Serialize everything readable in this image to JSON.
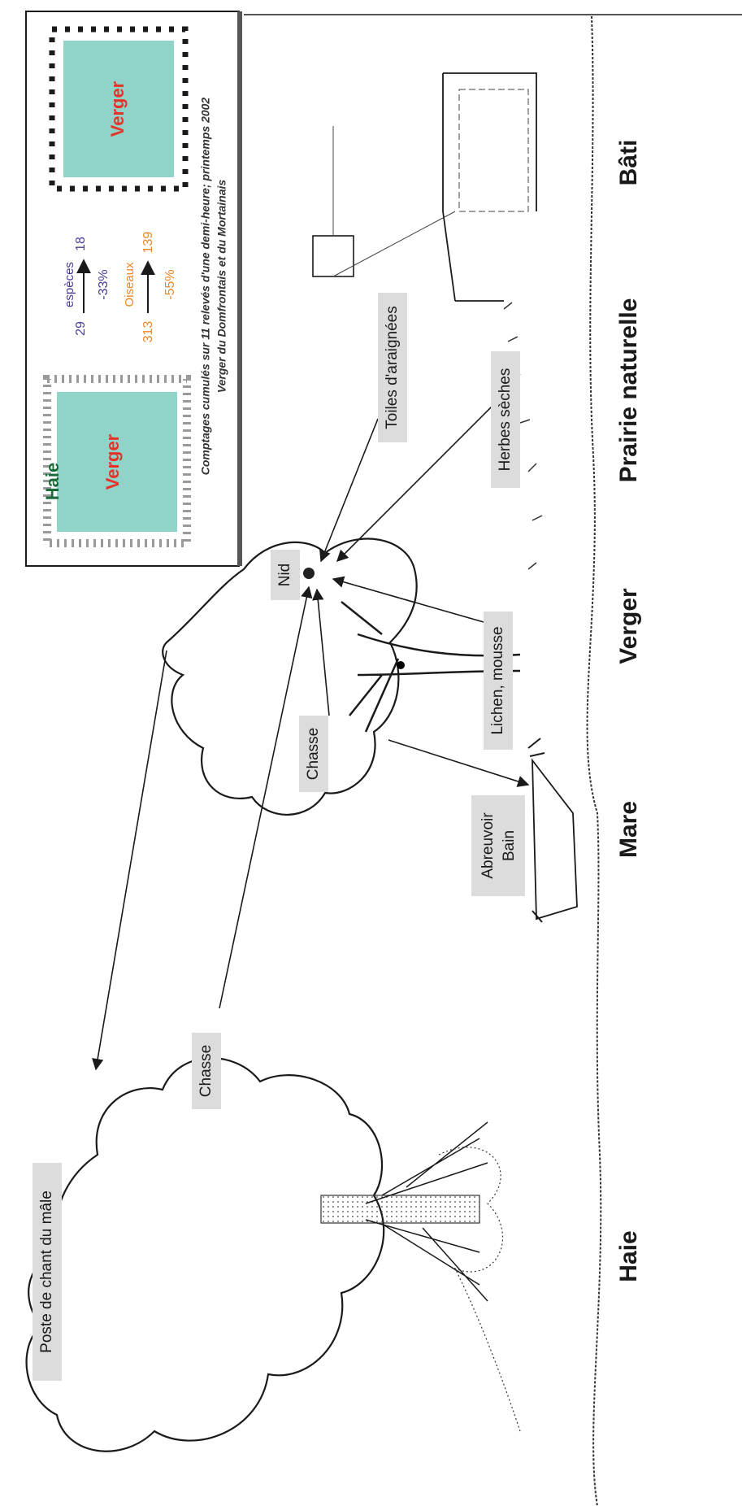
{
  "colors": {
    "orchard_fill": "#8fd3c9",
    "verger_text": "#e5332a",
    "haie_text": "#1a6b3a",
    "especes_text": "#4b3a9a",
    "oiseaux_text": "#e8882a",
    "label_box": "#dcdcdc",
    "ink": "#1a1a1a"
  },
  "legend": {
    "hedge_title": "Haie",
    "orchard_left": "Verger",
    "orchard_right": "Verger",
    "species": {
      "label": "espèces",
      "from": "29",
      "to": "18",
      "change": "-33%"
    },
    "birds": {
      "label": "Oiseaux",
      "from": "313",
      "to": "139",
      "change": "-55%"
    },
    "caption_line1": "Comptages cumulés sur 11 relevés d'une demi-heure; printemps 2002",
    "caption_line2": "Verger du Domfrontais et du Mortainais"
  },
  "habitats": [
    "Haie",
    "Mare",
    "Verger",
    "Prairie naturelle",
    "Bâti"
  ],
  "labels": {
    "poste": "Poste de chant du mâle",
    "chasse_left": "Chasse",
    "chasse_right": "Chasse",
    "nid": "Nid",
    "abreuvoir": "Abreuvoir",
    "bain": "Bain",
    "lichen": "Lichen, mousse",
    "herbes": "Herbes sèches",
    "toiles": "Toiles d'araignées"
  }
}
